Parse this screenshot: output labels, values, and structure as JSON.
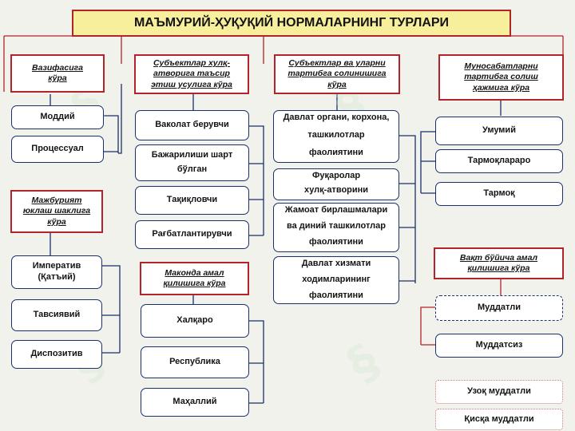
{
  "title": "МАЪМУРИЙ-ҲУҚУҚИЙ НОРМАЛАРНИНГ ТУРЛАРИ",
  "categories": {
    "vazifa": [
      "Вазифасига",
      "кўра"
    ],
    "subyekt_xulq": [
      "Субъектлар хулқ-",
      "атворига таъсир",
      "этиш усулига кўра"
    ],
    "subyekt_tartib": [
      "Субъектлар ва уларни",
      "тартибга солинишига",
      "кўра"
    ],
    "munosabat": [
      "Муносабатларни",
      "тартибга солиш",
      "ҳажмига кўра"
    ],
    "majburiyat": [
      "Мажбурият",
      "юклаш шаклига",
      "кўра"
    ],
    "makon": [
      "Маконда амал",
      "қилишига кўра"
    ],
    "vaqt": [
      "Вақт бўйича амал",
      "қилишига кўра"
    ]
  },
  "items": {
    "moddiy": "Моддий",
    "protsessual": "Процессуал",
    "vakolat": "Ваколат берувчи",
    "bajarilishi": [
      "Бажарилиши шарт",
      "бўлган"
    ],
    "taqiqlovchi": "Тақиқловчи",
    "ragbat": "Рағбатлантирувчи",
    "davlat_organi": [
      "Давлат органи, корхона,",
      "ташкилотлар",
      "фаолиятини"
    ],
    "fuqarolar": [
      "Фуқаролар",
      "хулқ-атворини"
    ],
    "jamoat": [
      "Жамоат бирлашмалари",
      "ва диний ташкилотлар",
      "фаолиятини"
    ],
    "davlat_xizmati": [
      "Давлат хизмати",
      "ходимларининг",
      "фаолиятини"
    ],
    "umumiy": "Умумий",
    "tarmoqlararo": "Тармоқлараро",
    "tarmoq": "Тармоқ",
    "imperativ": [
      "Императив",
      "(Қатъий)"
    ],
    "tavsiyaviy": "Тавсиявий",
    "dispozitiv": "Диспозитив",
    "xalqaro": "Халқаро",
    "respublika": "Республика",
    "mahalliy": "Маҳаллий",
    "muddatli": "Муддатли",
    "muddatsiz": "Муддатсиз",
    "uzoq": "Узоқ муддатли",
    "qisqa": "Қисқа муддатли"
  },
  "colors": {
    "title_border": "#b3232a",
    "title_fill": "#f7ef9c",
    "item_border": "#1a2f6b",
    "link_line": "#1a2f6b",
    "trunk_line": "#b3232a"
  }
}
